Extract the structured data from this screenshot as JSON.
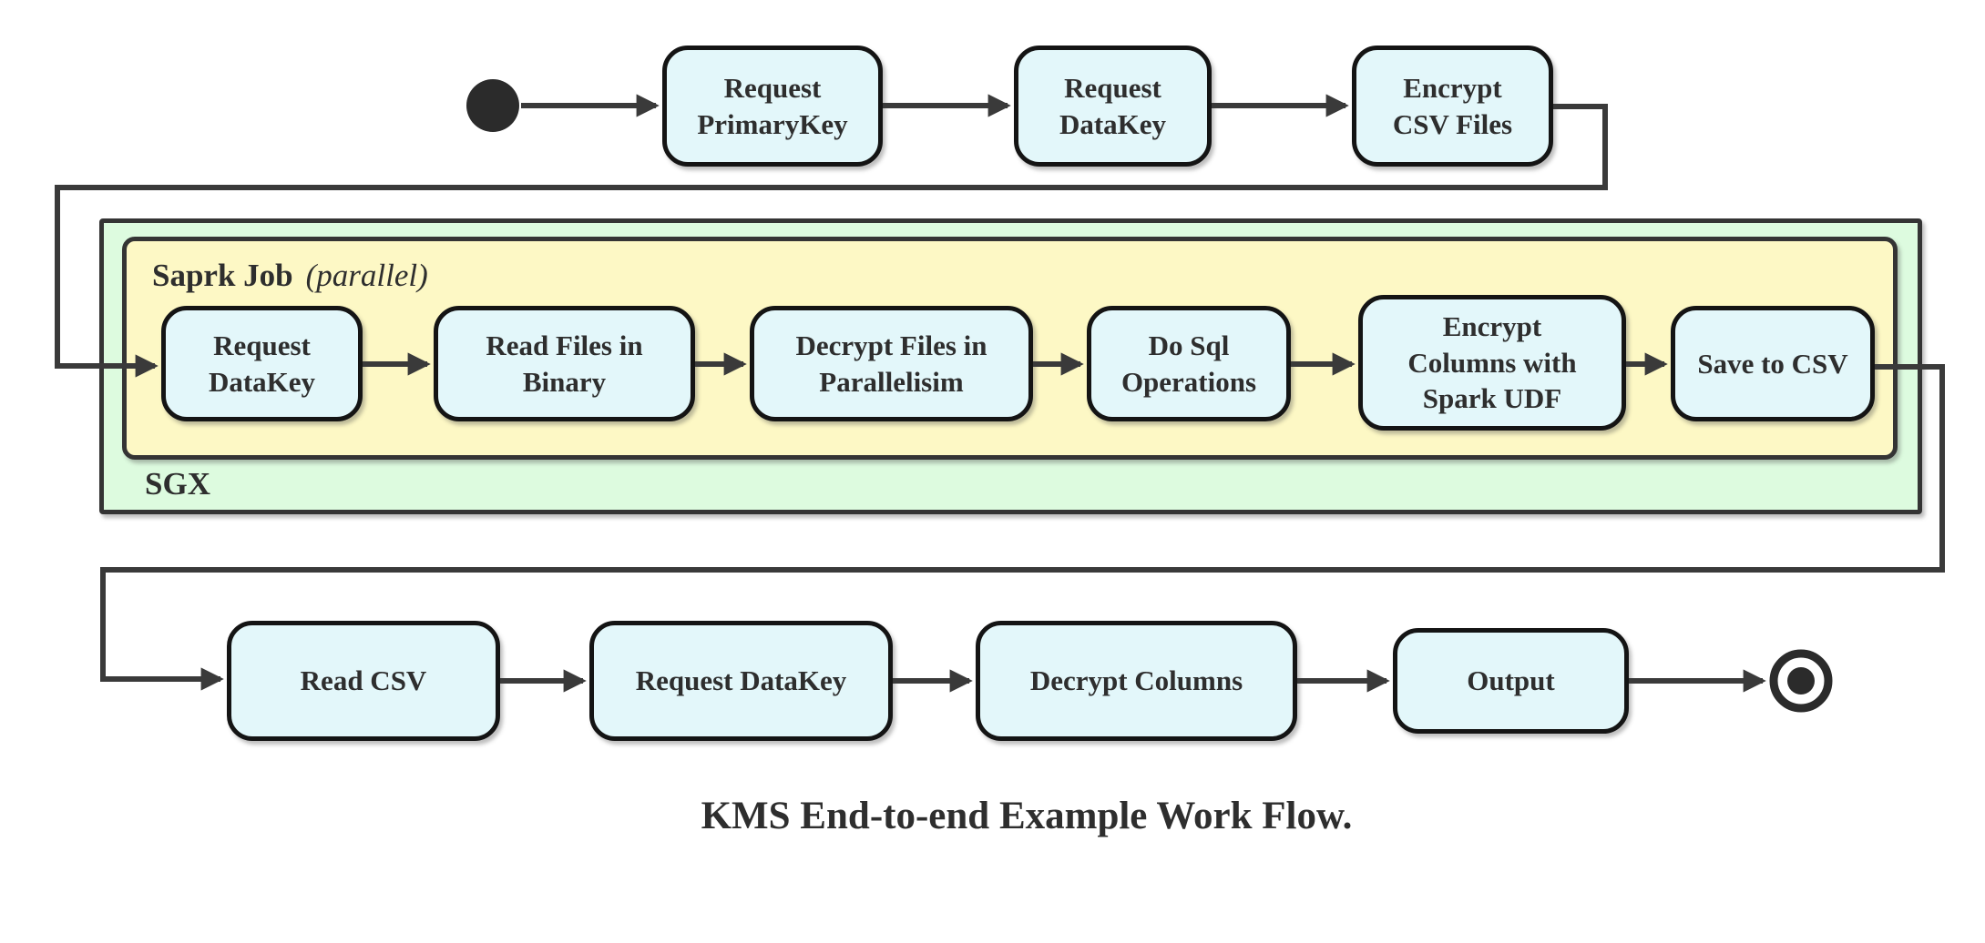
{
  "diagram_title": "KMS End-to-end Example Work Flow.",
  "start_node": {
    "type": "initial-state"
  },
  "end_node": {
    "type": "final-state"
  },
  "top_row": {
    "nodes": [
      {
        "label": "Request\nPrimaryKey"
      },
      {
        "label": "Request\nDataKey"
      },
      {
        "label": "Encrypt\nCSV Files"
      }
    ]
  },
  "containers": {
    "sgx": {
      "label": "SGX",
      "fill": "#ddfbdf"
    },
    "spark_job": {
      "label": "Saprk Job",
      "annotation": "(parallel)",
      "fill": "#fdf8c5"
    }
  },
  "middle_row": {
    "nodes": [
      {
        "label": "Request\nDataKey"
      },
      {
        "label": "Read Files in\nBinary"
      },
      {
        "label": "Decrypt Files in\nParallelisim"
      },
      {
        "label": "Do Sql\nOperations"
      },
      {
        "label": "Encrypt\nColumns with\nSpark UDF"
      },
      {
        "label": "Save to CSV"
      }
    ]
  },
  "bottom_row": {
    "nodes": [
      {
        "label": "Read CSV"
      },
      {
        "label": "Request DataKey"
      },
      {
        "label": "Decrypt Columns"
      },
      {
        "label": "Output"
      }
    ]
  },
  "colors": {
    "node_fill": "#e3f7fa",
    "node_border": "#141414",
    "sgx_fill": "#ddfbdf",
    "spark_fill": "#fdf8c5",
    "line": "#3a3a3a",
    "text": "#2e2e2e"
  }
}
